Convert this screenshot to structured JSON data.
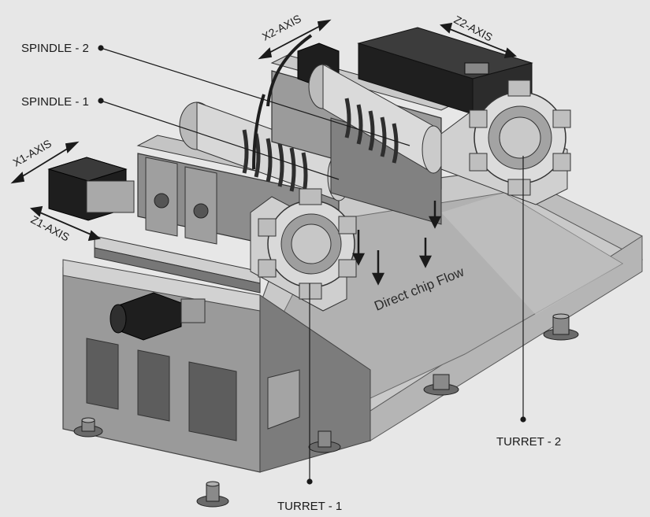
{
  "labels": {
    "spindle_2": "SPINDLE - 2",
    "spindle_1": "SPINDLE - 1",
    "turret_1": "TURRET - 1",
    "turret_2": "TURRET - 2"
  },
  "axes": {
    "x1": "X1-AXIS",
    "z1": "Z1-AXIS",
    "x2": "X2-AXIS",
    "z2": "Z2-AXIS"
  },
  "annotation": {
    "chip_flow": "Direct chip Flow"
  },
  "colors": {
    "background": "#e7e7e7",
    "metal_light": "#d6d6d6",
    "metal_mid": "#a9a9a9",
    "metal_dark": "#5a5a5a",
    "motor_black": "#1e1e1e",
    "leader_line": "#1a1a1a"
  }
}
